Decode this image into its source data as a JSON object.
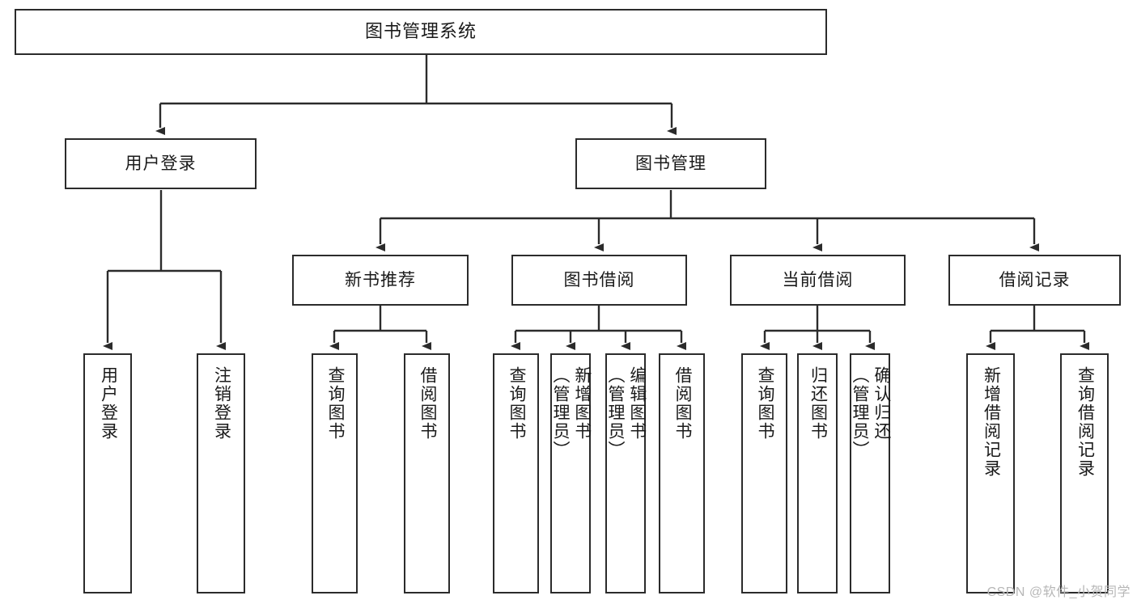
{
  "diagram": {
    "title": "图书管理系统",
    "type": "hierarchy-tree",
    "root": {
      "label": "图书管理系统"
    },
    "level1": [
      {
        "label": "用户登录"
      },
      {
        "label": "图书管理"
      }
    ],
    "level2": [
      {
        "label": "新书推荐"
      },
      {
        "label": "图书借阅"
      },
      {
        "label": "当前借阅"
      },
      {
        "label": "借阅记录"
      }
    ],
    "leaves": {
      "user_login": [
        {
          "label": "用户登录"
        },
        {
          "label": "注销登录"
        }
      ],
      "new_book_recommend": [
        {
          "label": "查询图书"
        },
        {
          "label": "借阅图书"
        }
      ],
      "book_borrow": [
        {
          "label": "查询图书"
        },
        {
          "label": "新增图书\n（管理员）"
        },
        {
          "label": "编辑图书\n（管理员）"
        },
        {
          "label": "借阅图书"
        }
      ],
      "current_borrow": [
        {
          "label": "查询图书"
        },
        {
          "label": "归还图书"
        },
        {
          "label": "确认归还\n（管理员）"
        }
      ],
      "borrow_record": [
        {
          "label": "新增借阅记录"
        },
        {
          "label": "查询借阅记录"
        }
      ]
    }
  },
  "watermark": {
    "text": "CSDN @软件_小贺同学"
  },
  "colors": {
    "stroke": "#2b2b2b",
    "background": "#ffffff",
    "text": "#1a1a1a",
    "watermark": "#b7b7b7"
  }
}
